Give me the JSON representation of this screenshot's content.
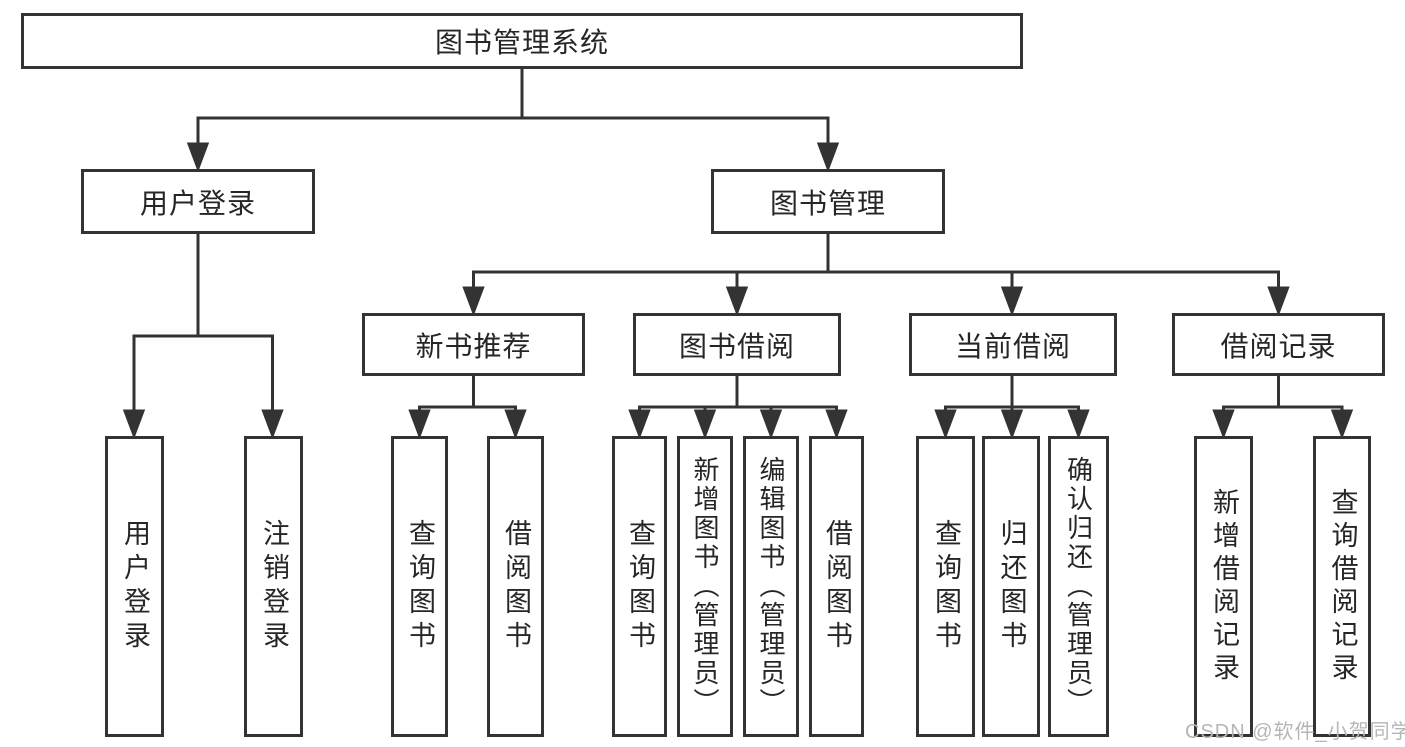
{
  "tree": {
    "label": "图书管理系统",
    "children": [
      {
        "label": "用户登录",
        "children": [
          {
            "label": "用户登录"
          },
          {
            "label": "注销登录"
          }
        ]
      },
      {
        "label": "图书管理",
        "children": [
          {
            "label": "新书推荐",
            "children": [
              {
                "label": "查询图书"
              },
              {
                "label": "借阅图书"
              }
            ]
          },
          {
            "label": "图书借阅",
            "children": [
              {
                "label": "查询图书"
              },
              {
                "label": "新增图书（管理员）"
              },
              {
                "label": "编辑图书（管理员）"
              },
              {
                "label": "借阅图书"
              }
            ]
          },
          {
            "label": "当前借阅",
            "children": [
              {
                "label": "查询图书"
              },
              {
                "label": "归还图书"
              },
              {
                "label": "确认归还（管理员）"
              }
            ]
          },
          {
            "label": "借阅记录",
            "children": [
              {
                "label": "新增借阅记录"
              },
              {
                "label": "查询借阅记录"
              }
            ]
          }
        ]
      }
    ]
  },
  "watermark": {
    "text": "CSDN @软件_小贺同学"
  },
  "colors": {
    "line": "#333333",
    "box_border": "#333333",
    "text": "#262626",
    "background": "#ffffff",
    "watermark": "#b6b6b6"
  }
}
